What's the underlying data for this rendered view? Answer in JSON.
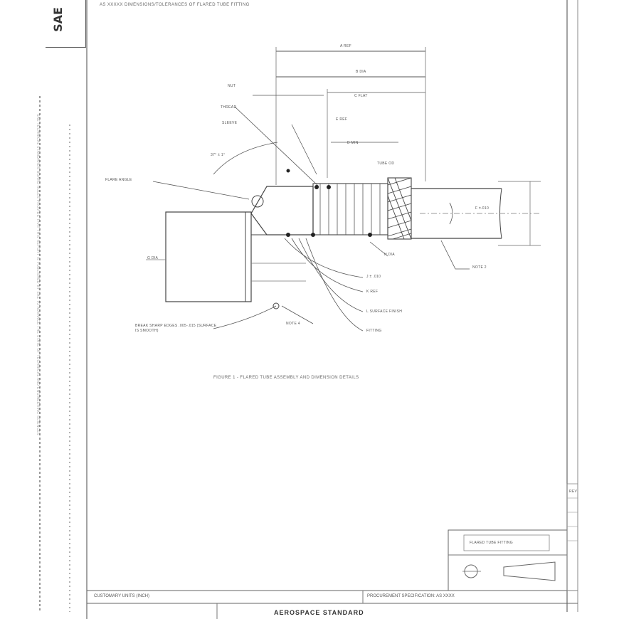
{
  "document": {
    "logo_text": "SAE",
    "header_note": "AS XXXXX DIMENSIONS/TOLERANCES OF FLARED TUBE FITTING",
    "figure_caption": "FIGURE 1 - FLARED TUBE ASSEMBLY AND DIMENSION DETAILS",
    "footer_left": "CUSTOMARY UNITS (INCH)",
    "footer_right": "PROCUREMENT SPECIFICATION: AS XXXX",
    "standard_title": "AEROSPACE STANDARD",
    "side_margin_text": "SAE TECHNICAL STANDARDS BOARD RULES PROVIDE THAT THIS REPORT IS PUBLISHED BY SAE TO ADVANCE THE STATE OF TECHNICAL AND ENGINEERING SCIENCES",
    "title_block": {
      "top_label": "FLARED TUBE FITTING",
      "right_strip": "REV"
    }
  },
  "drawing_labels": {
    "dim_top_1": "A REF",
    "dim_top_2": "B DIA",
    "dim_3": "C FLAT",
    "dim_4": "D MIN",
    "dim_5": "E REF",
    "dim_6": "F ±.010",
    "dim_7": "G DIA",
    "callout_1": "FLARE ANGLE",
    "callout_2": "37° ± 1°",
    "callout_3": "TUBE OD",
    "callout_4": "THREAD",
    "callout_5": "SLEEVE",
    "callout_6": "NUT",
    "callout_7": "H DIA",
    "callout_8": "J ± .010",
    "callout_9": "K REF",
    "callout_10": "L SURFACE FINISH",
    "callout_11": "FITTING",
    "callout_12": "NOTE 2",
    "callout_13": "NOTE 4",
    "bottom_note": "BREAK SHARP EDGES .005-.015 (SURFACE IS SMOOTH)"
  }
}
